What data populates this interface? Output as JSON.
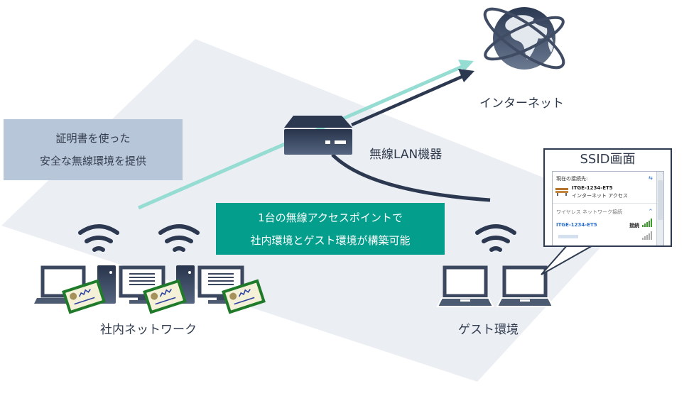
{
  "nodes": {
    "internet": {
      "label": "インターネット",
      "icon": "globe-icon"
    },
    "wireless_device": {
      "label": "無線LAN機器",
      "icon": "router-icon"
    },
    "corporate_network": {
      "label": "社内ネットワーク",
      "icon": "computer-icon"
    },
    "guest_environment": {
      "label": "ゲスト環境",
      "icon": "laptop-icon"
    }
  },
  "callouts": {
    "certificate": {
      "line1": "証明書を使った",
      "line2": "安全な無線環境を提供"
    },
    "single_ap": {
      "line1": "1台の無線アクセスポイントで",
      "line2": "社内環境とゲスト環境が構築可能"
    }
  },
  "ssid_screen": {
    "title": "SSID画面",
    "current_connection_label": "現在の接続先:",
    "current_network_name": "ITGE-1234-ET5",
    "current_network_status": "インターネット アクセス",
    "section_label": "ワイヤレス ネットワーク接続",
    "networks": [
      {
        "name": "ITGE-1234-ET5",
        "status": "接続"
      },
      {
        "name": "",
        "status": ""
      }
    ]
  },
  "colors": {
    "background_panel": "#ebeef3",
    "dark_navy": "#2b3850",
    "teal_line": "#95dcd2",
    "cert_box": "#b8c6da",
    "green_box": "#049e8c"
  }
}
